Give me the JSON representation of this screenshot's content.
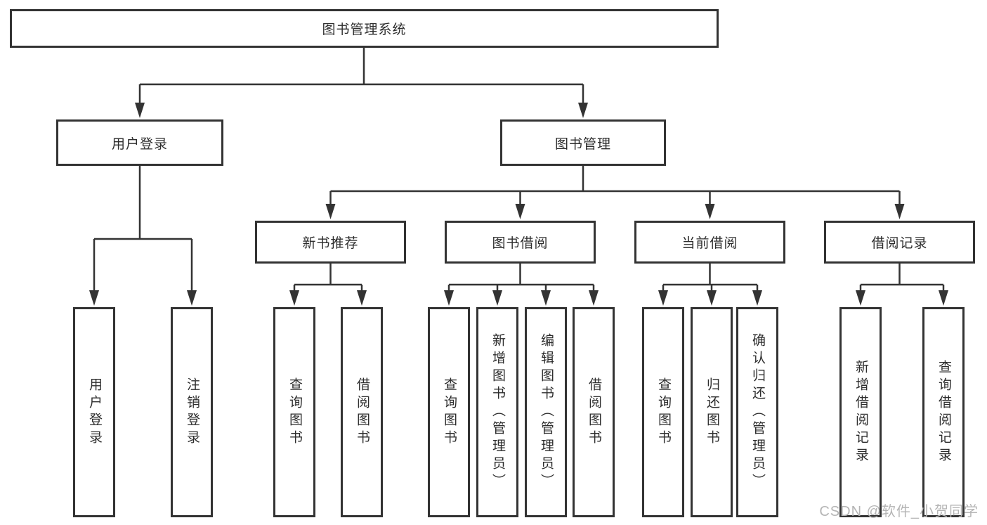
{
  "diagram": {
    "title": "图书管理系统",
    "branches": [
      {
        "label": "用户登录",
        "children": [
          {
            "label": "用户登录"
          },
          {
            "label": "注销登录"
          }
        ]
      },
      {
        "label": "图书管理",
        "children": [
          {
            "label": "新书推荐",
            "children": [
              {
                "label": "查询图书"
              },
              {
                "label": "借阅图书"
              }
            ]
          },
          {
            "label": "图书借阅",
            "children": [
              {
                "label": "查询图书"
              },
              {
                "label": "新增图书（管理员）"
              },
              {
                "label": "编辑图书（管理员）"
              },
              {
                "label": "借阅图书"
              }
            ]
          },
          {
            "label": "当前借阅",
            "children": [
              {
                "label": "查询图书"
              },
              {
                "label": "归还图书"
              },
              {
                "label": "确认归还（管理员）"
              }
            ]
          },
          {
            "label": "借阅记录",
            "children": [
              {
                "label": "新增借阅记录"
              },
              {
                "label": "查询借阅记录"
              }
            ]
          }
        ]
      }
    ]
  },
  "watermark": "CSDN @软件_小贺同学",
  "colors": {
    "line": "#333333",
    "text": "#2d2d2d",
    "background": "#ffffff",
    "watermark": "#b5b5b5"
  }
}
